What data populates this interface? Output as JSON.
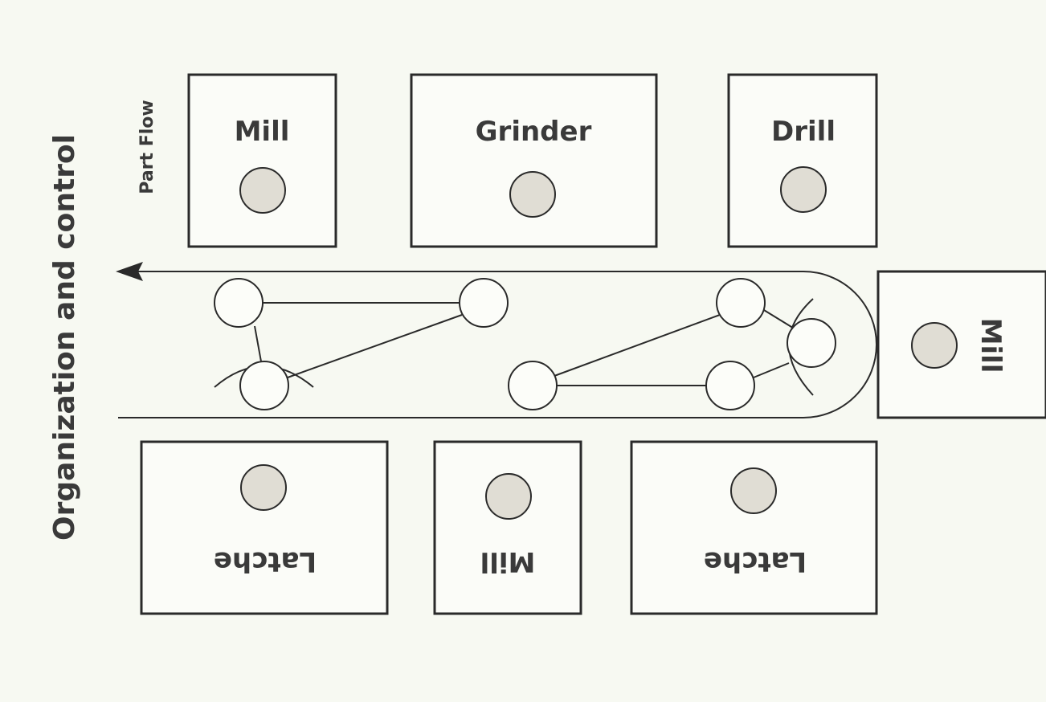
{
  "diagram": {
    "side_title": "Organization and control",
    "flow_label": "Part Flow",
    "machines": {
      "top_left": "Mill",
      "top_center": "Grinder",
      "top_right": "Drill",
      "right": "Mill",
      "bottom_left": "Latche",
      "bottom_center": "Mill",
      "bottom_right": "Latche"
    }
  },
  "colors": {
    "background": "#f7f9f2",
    "ink": "#2a2a2a",
    "operator_fill": "#e0ddd4"
  }
}
